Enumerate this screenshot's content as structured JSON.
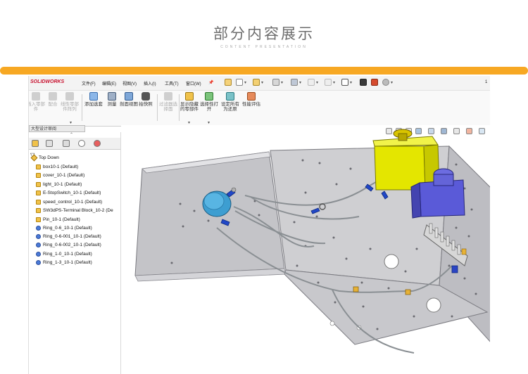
{
  "slide": {
    "title": "部分内容展示",
    "subtitle": "CONTENT PRESENTATION"
  },
  "colors": {
    "accent_bar": "#f7a823",
    "logo": "#c8102e",
    "panel_metal": "#c9c9cc",
    "estop_box": "#e4e600",
    "speed_box": "#5a5ad8",
    "terminal": "#f0c24a"
  },
  "app": {
    "logo": "SOLIDWORKS",
    "page_marker": "1",
    "menu": [
      "文件(F)",
      "编辑(E)",
      "视图(V)",
      "插入(I)",
      "工具(T)",
      "窗口(W)"
    ],
    "pin_icon": "pin-icon",
    "toolbar_icons": [
      "home-icon",
      "new-file-icon",
      "open-icon",
      "save-icon",
      "print-icon",
      "undo-icon",
      "redo-icon",
      "select-icon",
      "traffic-light-icon",
      "options-icon",
      "gear-icon"
    ]
  },
  "commands": [
    {
      "label": "插入零部件",
      "dim": true,
      "icon": "insert-component-icon"
    },
    {
      "label": "配合",
      "dim": true,
      "icon": "mate-icon"
    },
    {
      "label": "线性零部件阵列",
      "dim": true,
      "icon": "pattern-icon"
    },
    {
      "label": "添加选套",
      "dim": false,
      "icon": "add-icon"
    },
    {
      "label": "测量",
      "dim": false,
      "icon": "measure-icon"
    },
    {
      "label": "剖面视图",
      "dim": false,
      "icon": "section-view-icon"
    },
    {
      "label": "拍快照",
      "dim": false,
      "icon": "camera-icon"
    },
    {
      "label": "过滤器选择面",
      "dim": true,
      "icon": "filter-icon"
    },
    {
      "label": "显示隐藏的零部件",
      "dim": false,
      "icon": "show-hidden-icon"
    },
    {
      "label": "选择性打开",
      "dim": false,
      "icon": "selective-open-icon"
    },
    {
      "label": "设定所有为还原",
      "dim": false,
      "icon": "resolve-icon"
    },
    {
      "label": "性能评估",
      "dim": false,
      "icon": "performance-icon"
    }
  ],
  "left_panel": {
    "tab_label": "大型设计审阅",
    "panel_tab_icons": [
      "feature-manager-icon",
      "property-manager-icon",
      "configuration-icon",
      "target-icon",
      "appearance-icon"
    ],
    "filter_icon": "filter-icon",
    "tree_root": "Top Down",
    "tree_items": [
      {
        "label": "box10-1 (Default)",
        "type": "part"
      },
      {
        "label": "cover_10-1 (Default)",
        "type": "part"
      },
      {
        "label": "light_10-1 (Default)",
        "type": "part"
      },
      {
        "label": "E-StopSwitch_10-1 (Default)",
        "type": "part"
      },
      {
        "label": "speed_control_10-1 (Default)",
        "type": "part"
      },
      {
        "label": "SW3dPS-Terminal Block_10-2 (De",
        "type": "part"
      },
      {
        "label": "Pin_10-1 (Default)",
        "type": "part"
      },
      {
        "label": "Ring_0-6_10-1 (Default)",
        "type": "ring"
      },
      {
        "label": "Ring_0-6-001_10-1 (Default)",
        "type": "ring"
      },
      {
        "label": "Ring_0-6-002_10-1 (Default)",
        "type": "ring"
      },
      {
        "label": "Ring_1-0_10-1 (Default)",
        "type": "ring"
      },
      {
        "label": "Ring_1-3_10-1 (Default)",
        "type": "ring"
      }
    ]
  },
  "viewport": {
    "heads_up_icons": [
      "zoom-fit-icon",
      "zoom-area-icon",
      "previous-view-icon",
      "section-icon",
      "view-orientation-icon",
      "display-style-icon",
      "hide-show-icon",
      "edit-appearance-icon",
      "scene-icon"
    ]
  }
}
